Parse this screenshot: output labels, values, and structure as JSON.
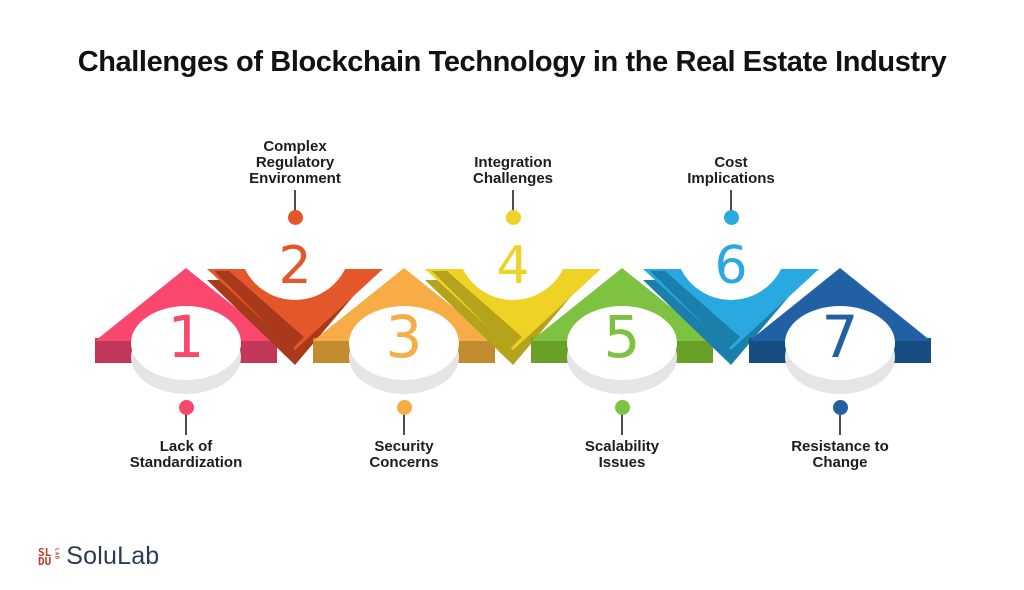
{
  "title": "Challenges of Blockchain Technology in the Real Estate Industry",
  "title_color": "#121212",
  "label_color": "#1D1D1D",
  "connector_color": "#4E4E4E",
  "disc_face_color": "#FFFFFF",
  "disc_side_color": "#E5E5E7",
  "brand": {
    "name": "SoluLab",
    "icon_top": "SL",
    "icon_bottom": "DU",
    "icon_side": "LAB",
    "icon_color": "#C23B2D",
    "name_color": "#2C3C54"
  },
  "items": [
    {
      "number": "1",
      "label_lines": [
        "Lack of",
        "Standardization"
      ],
      "label_position": "bottom",
      "shape": "peak",
      "color": "#F9476D",
      "dark_color": "#C23759"
    },
    {
      "number": "2",
      "label_lines": [
        "Complex",
        "Regulatory",
        "Environment"
      ],
      "label_position": "top",
      "shape": "chevron-down",
      "color": "#E4572B",
      "dark_color": "#A83A1B"
    },
    {
      "number": "3",
      "label_lines": [
        "Security",
        "Concerns"
      ],
      "label_position": "bottom",
      "shape": "peak",
      "color": "#F7AC45",
      "dark_color": "#C18C2E"
    },
    {
      "number": "4",
      "label_lines": [
        "Integration",
        "Challenges"
      ],
      "label_position": "top",
      "shape": "chevron-down",
      "color": "#EFD226",
      "dark_color": "#B5A31C"
    },
    {
      "number": "5",
      "label_lines": [
        "Scalability",
        "Issues"
      ],
      "label_position": "bottom",
      "shape": "peak",
      "color": "#7EC241",
      "dark_color": "#69A128"
    },
    {
      "number": "6",
      "label_lines": [
        "Cost",
        "Implications"
      ],
      "label_position": "top",
      "shape": "chevron-down",
      "color": "#29A9DF",
      "dark_color": "#1B7FAB"
    },
    {
      "number": "7",
      "label_lines": [
        "Resistance to",
        "Change"
      ],
      "label_position": "bottom",
      "shape": "peak",
      "color": "#2161A3",
      "dark_color": "#174E81"
    }
  ]
}
